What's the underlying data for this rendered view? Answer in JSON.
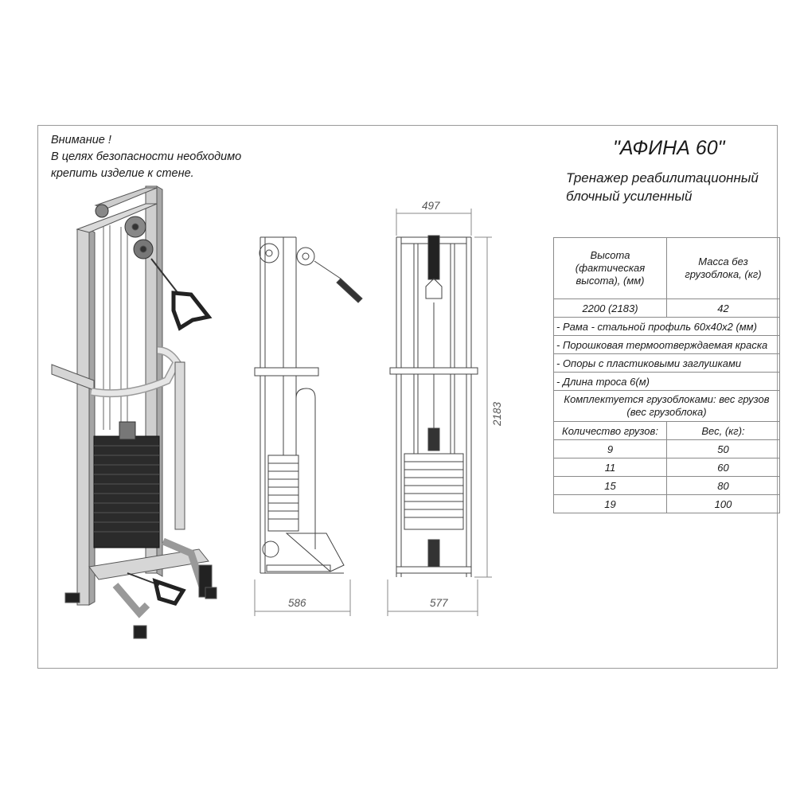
{
  "warning": {
    "line1": "Внимание !",
    "line2": "В целях безопасности необходимо",
    "line3": "крепить изделие к стене."
  },
  "product": {
    "title": "\"АФИНА 60\"",
    "subtitle_line1": "Тренажер реабилитационный",
    "subtitle_line2": "блочный усиленный"
  },
  "dimensions": {
    "top_width": "497",
    "height": "2183",
    "side_depth": "586",
    "front_width": "577"
  },
  "spec_table": {
    "height_header": "Высота (фактическая высота), (мм)",
    "mass_header": "Масса без грузоблока, (кг)",
    "height_value": "2200 (2183)",
    "mass_value": "42",
    "features": [
      "- Рама - стальной профиль 60х40х2 (мм)",
      "- Порошковая термоотверждаемая краска",
      "- Опоры с пластиковыми заглушками",
      "- Длина троса 6(м)"
    ],
    "weights_header": "Комплектуется грузоблоками: вес грузов (вес грузоблока)",
    "count_header": "Количество грузов:",
    "weight_header": "Вес, (кг):",
    "rows": [
      {
        "count": "9",
        "weight": "50"
      },
      {
        "count": "11",
        "weight": "60"
      },
      {
        "count": "15",
        "weight": "80"
      },
      {
        "count": "19",
        "weight": "100"
      }
    ]
  },
  "colors": {
    "frame": "#c9c9c9",
    "frame_edge": "#555555",
    "weight_stack": "#2b2b2b",
    "dimension_line": "#888888"
  }
}
